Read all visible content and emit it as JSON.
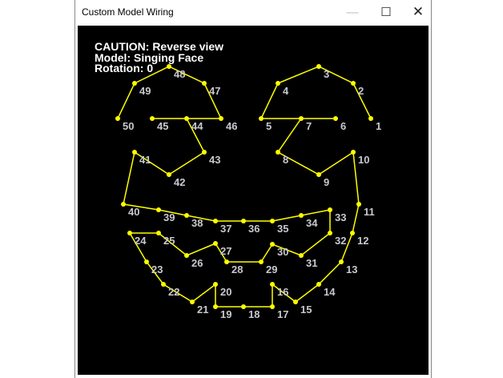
{
  "window": {
    "title": "Custom Model Wiring",
    "controls": {
      "minimize": "—",
      "maximize": "☐",
      "close": "✕"
    }
  },
  "info": {
    "caution": "CAUTION: Reverse view",
    "model": "Model: Singing Face",
    "rotation": "Rotation: 0"
  },
  "colors": {
    "wire": "#ffff00",
    "node": "#ffff00",
    "label": "#c8c8d0",
    "background": "#000000"
  },
  "nodes": [
    "1",
    "2",
    "3",
    "4",
    "5",
    "6",
    "7",
    "8",
    "9",
    "10",
    "11",
    "12",
    "13",
    "14",
    "15",
    "16",
    "17",
    "18",
    "19",
    "20",
    "21",
    "22",
    "23",
    "24",
    "25",
    "26",
    "27",
    "28",
    "29",
    "30",
    "31",
    "32",
    "33",
    "34",
    "35",
    "36",
    "37",
    "38",
    "39",
    "40",
    "41",
    "42",
    "43",
    "44",
    "45",
    "46",
    "47",
    "48",
    "49",
    "50"
  ]
}
